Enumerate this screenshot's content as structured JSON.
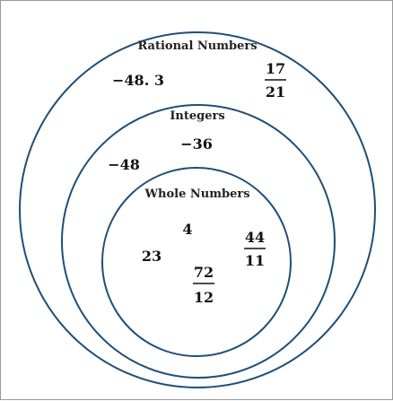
{
  "circle_color": "#1f4e79",
  "sets": {
    "rational": {
      "label": "Rational Numbers"
    },
    "integers": {
      "label": "Integers"
    },
    "whole": {
      "label": "Whole Numbers"
    }
  },
  "numbers": {
    "rational_decimal": "−48. 3",
    "rational_fraction": {
      "numerator": "17",
      "denominator": "21"
    },
    "integer_neg36": "−36",
    "integer_neg48": "−48",
    "whole_4": "4",
    "whole_23": "23",
    "whole_frac_44_11": {
      "numerator": "44",
      "denominator": "11"
    },
    "whole_frac_72_12": {
      "numerator": "72",
      "denominator": "12"
    }
  }
}
